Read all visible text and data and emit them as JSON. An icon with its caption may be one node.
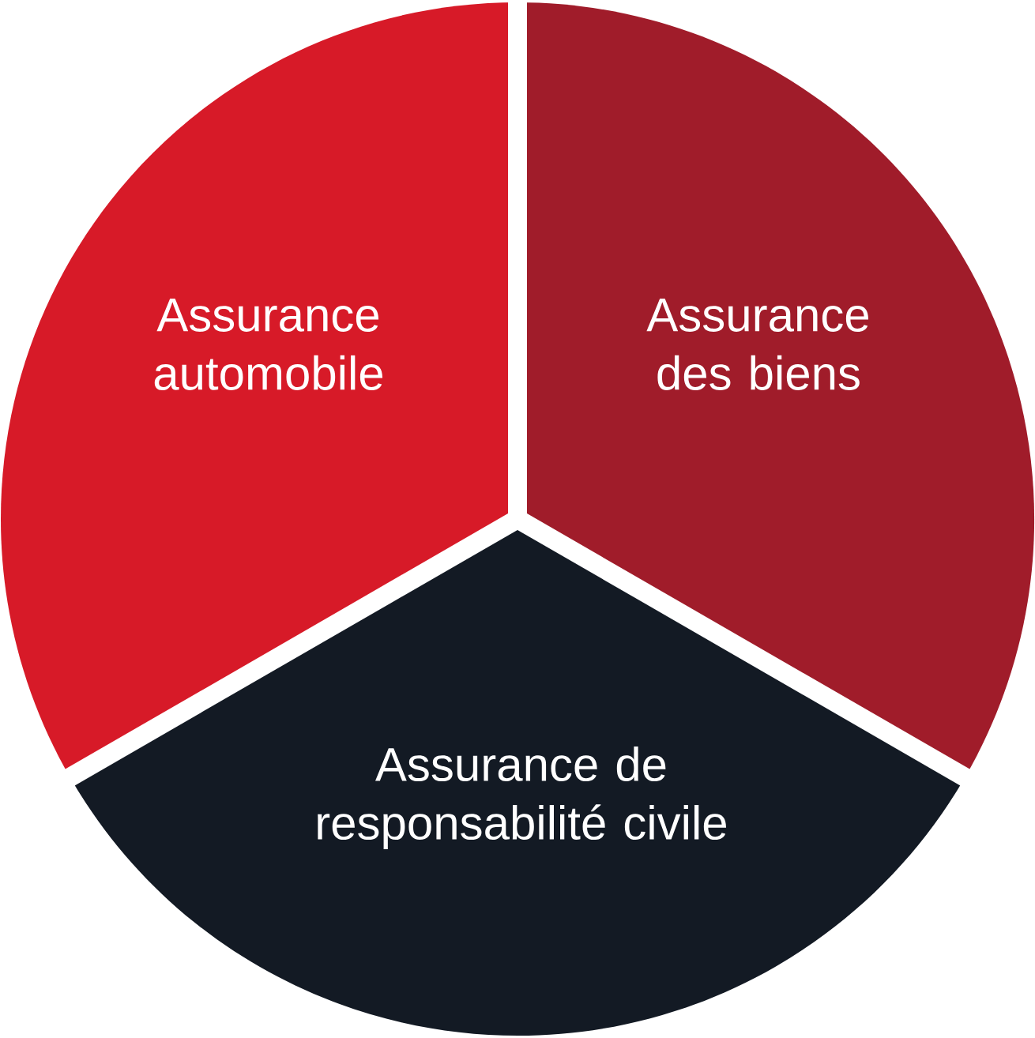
{
  "diagram": {
    "nodes": [
      {
        "text": [
          "Assurance automobile"
        ]
      },
      {
        "text": [
          "Assurance des biens"
        ]
      },
      {
        "text": [
          "Assurance de responsabilité civile"
        ]
      }
    ]
  }
}
